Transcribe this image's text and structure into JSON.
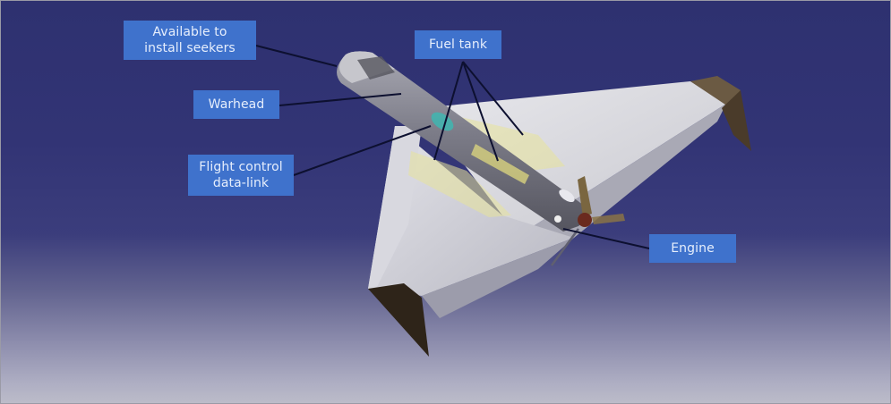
{
  "diagram": {
    "subject": "Delta-wing loitering drone cutaway",
    "background": {
      "top_color": "#2e3170",
      "bottom_color": "#bcbcc9"
    },
    "label_style": {
      "fill": "#3f72cc",
      "text_color": "#e6eefc",
      "leader_color": "#0d1030"
    },
    "labels": [
      {
        "id": "seekers",
        "lines": [
          "Available to",
          "install seekers"
        ]
      },
      {
        "id": "fuel-tank",
        "lines": [
          "Fuel tank"
        ]
      },
      {
        "id": "warhead",
        "lines": [
          "Warhead"
        ]
      },
      {
        "id": "flight-control",
        "lines": [
          "Flight control",
          "data-link"
        ]
      },
      {
        "id": "engine",
        "lines": [
          "Engine"
        ]
      }
    ],
    "components": [
      "nose seeker bay",
      "warhead section",
      "flight control data-link module",
      "wing fuel tanks",
      "fuselage fuel tank",
      "pusher propeller engine",
      "wingtip vertical fins"
    ]
  }
}
